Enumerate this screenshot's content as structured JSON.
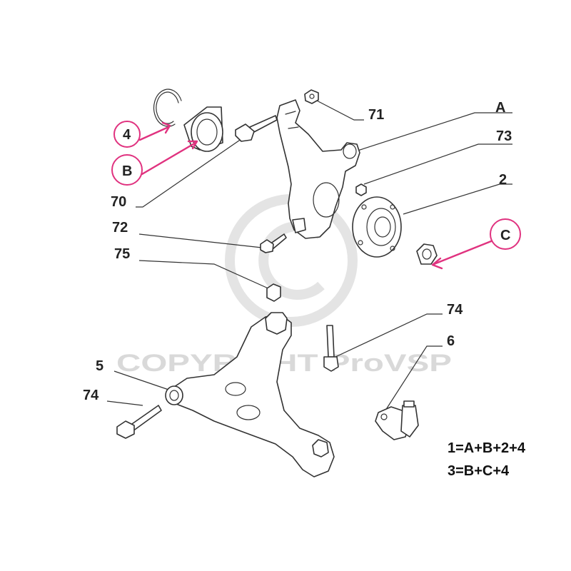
{
  "callouts": {
    "label_71": "71",
    "label_A": "A",
    "label_73": "73",
    "label_2": "2",
    "label_4": "4",
    "label_B": "B",
    "label_70": "70",
    "label_72": "72",
    "label_75": "75",
    "label_C": "C",
    "label_74_upper": "74",
    "label_6": "6",
    "label_5": "5",
    "label_74_lower": "74"
  },
  "legend": {
    "formula_1": "1=A+B+2+4",
    "formula_3": "3=B+C+4"
  },
  "watermark": {
    "text": "COPYRIGHT ProVSP"
  },
  "colors": {
    "highlight": "#e0327f",
    "line": "#333333",
    "watermark": "#d9d9d9"
  }
}
